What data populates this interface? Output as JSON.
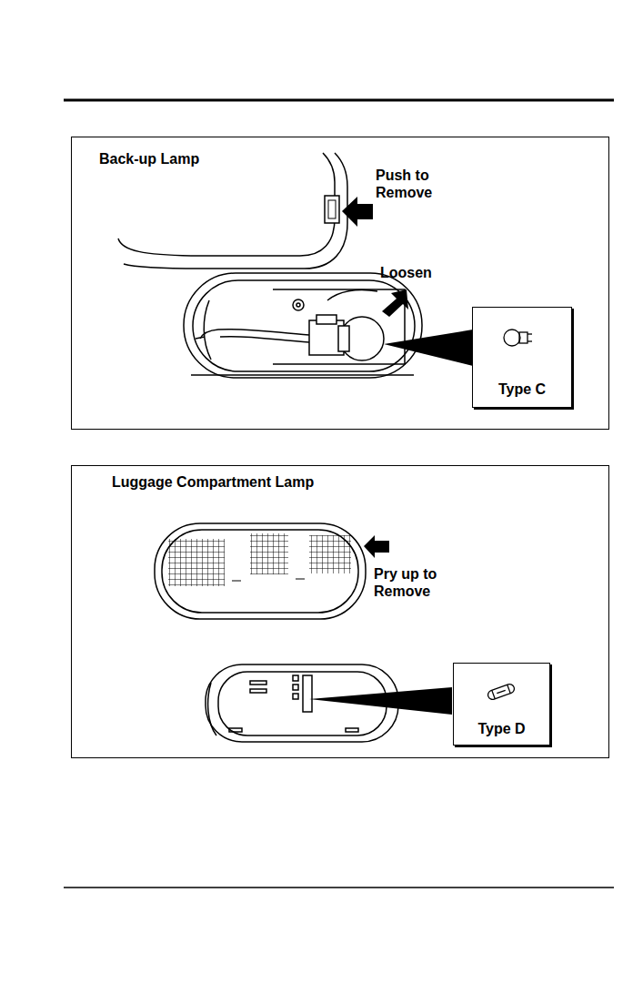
{
  "diagram": {
    "nodes": [
      {
        "text": [
          "Back-up Lamp"
        ]
      },
      {
        "text": [
          "Type C"
        ],
        "in": 0
      },
      {
        "text": [
          "Luggage Compartment Lamp"
        ]
      },
      {
        "text": [
          "Type D"
        ],
        "in": 2
      }
    ],
    "labels": [
      "Push to Remove",
      "Loosen",
      "Pry up to Remove"
    ]
  }
}
